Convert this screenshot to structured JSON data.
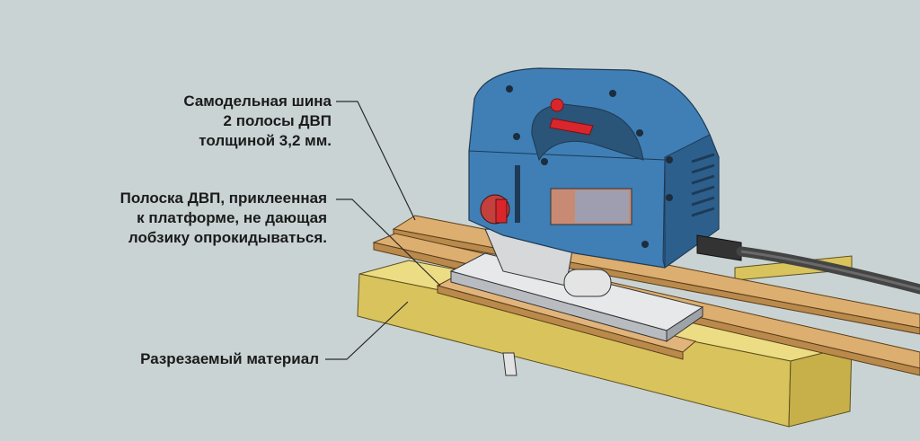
{
  "annotations": {
    "rail": {
      "lines": [
        "Самодельная шина",
        "2 полосы ДВП",
        "толщиной 3,2 мм."
      ]
    },
    "strip": {
      "lines": [
        "Полоска ДВП, приклеенная",
        "к платформе, не дающая",
        "лобзику опрокидываться."
      ]
    },
    "material": {
      "lines": [
        "Разрезаемый материал"
      ]
    }
  },
  "colors": {
    "background": "#c9d3d3",
    "tool_body": "#3f7fb5",
    "tool_dark": "#2d5f8c",
    "accent_red": "#d9262c",
    "board": "#d4a468",
    "material": "#e2cf6a",
    "cord": "#444444"
  }
}
